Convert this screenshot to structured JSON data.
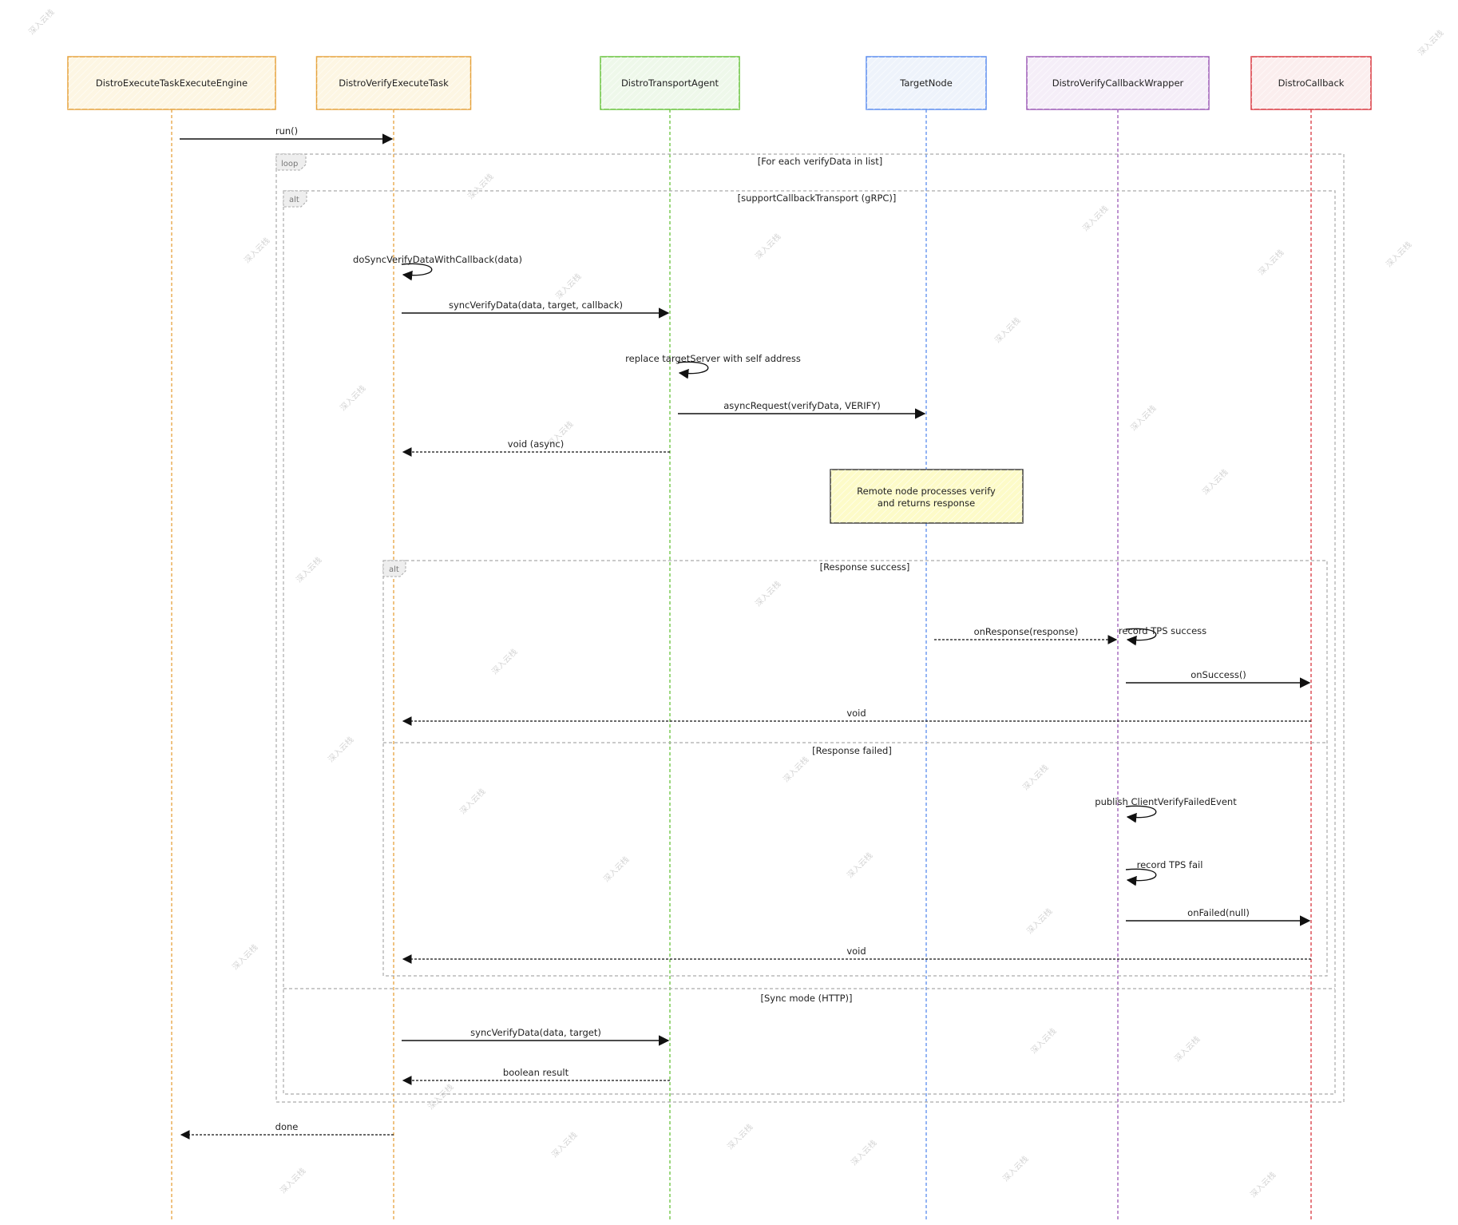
{
  "participants": [
    {
      "id": "engine",
      "label": "DistroExecuteTaskExecuteEngine",
      "color": "#e6a23c",
      "fill": "#fdf6e3"
    },
    {
      "id": "task",
      "label": "DistroVerifyExecuteTask",
      "color": "#e6a23c",
      "fill": "#fdf6e3"
    },
    {
      "id": "agent",
      "label": "DistroTransportAgent",
      "color": "#67c23a",
      "fill": "#eef8ea"
    },
    {
      "id": "target",
      "label": "TargetNode",
      "color": "#5b8def",
      "fill": "#eef3fb"
    },
    {
      "id": "wrapper",
      "label": "DistroVerifyCallbackWrapper",
      "color": "#9b59b6",
      "fill": "#f5eef8"
    },
    {
      "id": "callback",
      "label": "DistroCallback",
      "color": "#d9363e",
      "fill": "#fbeeee"
    }
  ],
  "fragments": {
    "loop": {
      "tag": "loop",
      "guard": "[For each verifyData in list]"
    },
    "outer_alt": {
      "tag": "alt",
      "guard": "[supportCallbackTransport (gRPC)]",
      "else_guard": "[Sync mode (HTTP)]"
    },
    "inner_alt": {
      "tag": "alt",
      "guard": "[Response success]",
      "else_guard": "[Response failed]"
    }
  },
  "messages": [
    {
      "label": "run()",
      "from": "engine",
      "to": "task",
      "kind": "sync"
    },
    {
      "label": "doSyncVerifyDataWithCallback(data)",
      "from": "task",
      "to": "task",
      "kind": "self"
    },
    {
      "label": "syncVerifyData(data, target, callback)",
      "from": "task",
      "to": "agent",
      "kind": "sync"
    },
    {
      "label": "replace targetServer with self address",
      "from": "agent",
      "to": "agent",
      "kind": "self"
    },
    {
      "label": "asyncRequest(verifyData, VERIFY)",
      "from": "agent",
      "to": "target",
      "kind": "sync"
    },
    {
      "label": "void (async)",
      "from": "agent",
      "to": "task",
      "kind": "return"
    },
    {
      "label": "onResponse(response)",
      "from": "target",
      "to": "wrapper",
      "kind": "return"
    },
    {
      "label": "record TPS success",
      "from": "wrapper",
      "to": "wrapper",
      "kind": "self"
    },
    {
      "label": "onSuccess()",
      "from": "wrapper",
      "to": "callback",
      "kind": "sync"
    },
    {
      "label": "void",
      "from": "callback",
      "to": "task",
      "kind": "return"
    },
    {
      "label": "publish ClientVerifyFailedEvent",
      "from": "wrapper",
      "to": "wrapper",
      "kind": "self"
    },
    {
      "label": "record TPS fail",
      "from": "wrapper",
      "to": "wrapper",
      "kind": "self"
    },
    {
      "label": "onFailed(null)",
      "from": "wrapper",
      "to": "callback",
      "kind": "sync"
    },
    {
      "label": "void",
      "from": "callback",
      "to": "task",
      "kind": "return"
    },
    {
      "label": "syncVerifyData(data, target)",
      "from": "task",
      "to": "agent",
      "kind": "sync"
    },
    {
      "label": "boolean result",
      "from": "agent",
      "to": "task",
      "kind": "return"
    },
    {
      "label": "done",
      "from": "task",
      "to": "engine",
      "kind": "return"
    }
  ],
  "note": {
    "lines": [
      "Remote node processes verify",
      "and returns response"
    ],
    "fill": "#fdfbc8",
    "border": "#333333"
  },
  "watermark": "深入云栈"
}
